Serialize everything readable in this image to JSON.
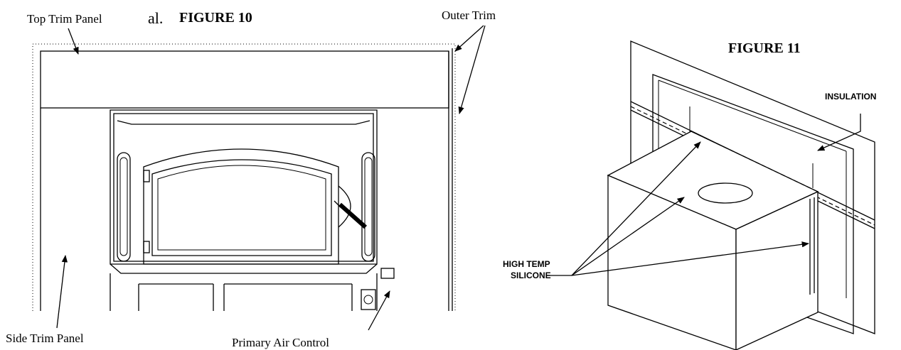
{
  "figure10": {
    "title": "FIGURE  10",
    "stray_text": "al.",
    "labels": {
      "top_trim_panel": "Top Trim Panel",
      "outer_trim": "Outer Trim",
      "side_trim_panel": "Side Trim Panel",
      "primary_air_control": "Primary Air Control"
    }
  },
  "figure11": {
    "title": "FIGURE  11",
    "labels": {
      "insulation": "INSULATION",
      "high_temp_line1": "HIGH TEMP",
      "high_temp_line2": "SILICONE"
    }
  }
}
